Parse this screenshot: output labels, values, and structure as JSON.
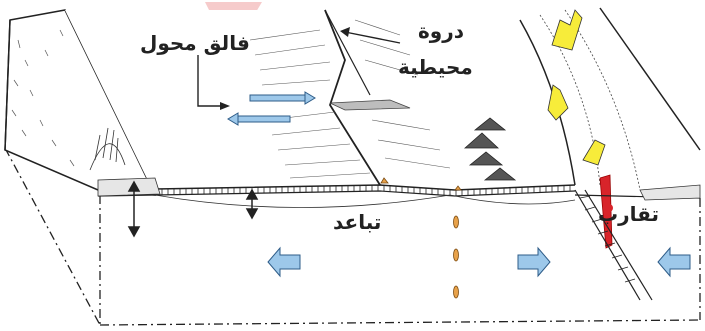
{
  "labels": {
    "oceanic_ridge_line1": "دروة",
    "oceanic_ridge_line2": "محيطية",
    "transform_fault": "فالق محول",
    "divergence": "تباعد",
    "convergence": "تقارب"
  },
  "colors": {
    "plate_motion_arrow": "#9dc8ea",
    "arrow_outline": "#2e5c88",
    "volcano_lava": "#f7ec3a",
    "magma": "#e8a24a",
    "subduction_melt": "#d8242a",
    "watermark": "#e56a6a",
    "line": "#222222"
  },
  "icons": {
    "plate_motion": "left-right-arrows",
    "thickness_marker": "double-headed-arrow",
    "seamounts": "volcano-cones"
  }
}
